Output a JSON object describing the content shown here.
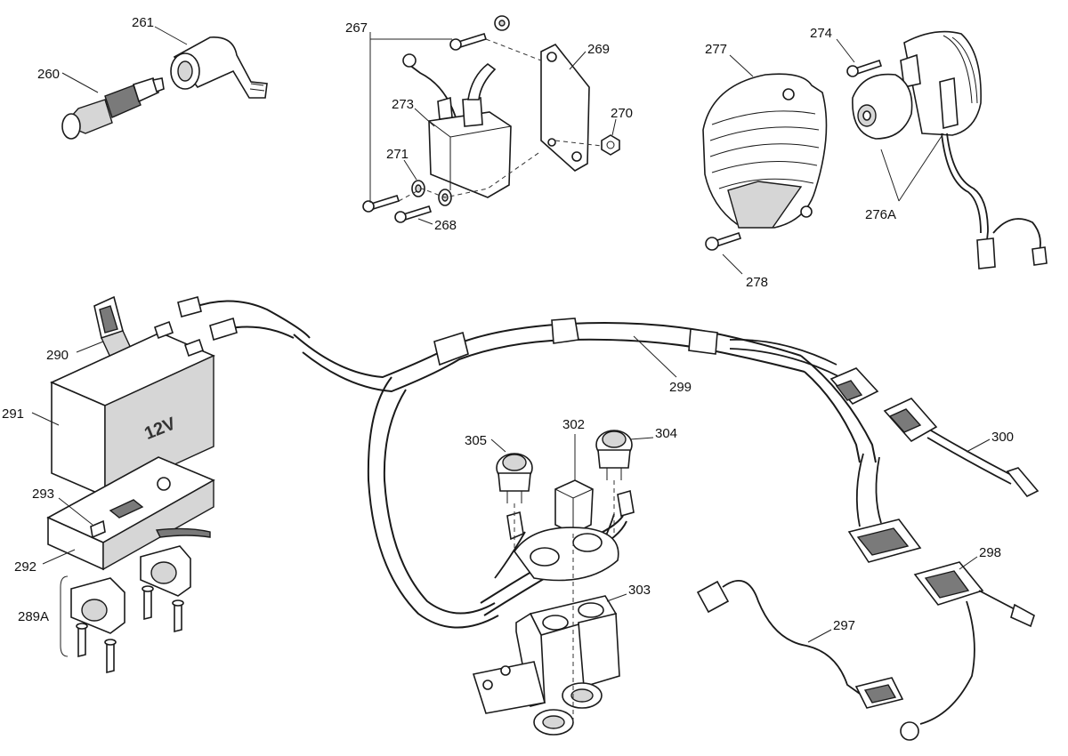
{
  "battery_marking": "12V",
  "labels": {
    "p260": "260",
    "p261": "261",
    "p267": "267",
    "p268": "268",
    "p269": "269",
    "p270": "270",
    "p271": "271",
    "p273": "273",
    "p274": "274",
    "p276a": "276A",
    "p277": "277",
    "p278": "278",
    "p289a": "289A",
    "p290": "290",
    "p291": "291",
    "p292": "292",
    "p293": "293",
    "p297": "297",
    "p298": "298",
    "p299": "299",
    "p300": "300",
    "p302": "302",
    "p303": "303",
    "p304": "304",
    "p305": "305"
  },
  "colors": {
    "line": "#1a1a1a",
    "fill_light": "#d6d6d6",
    "fill_dark": "#7a7a7a",
    "background": "#ffffff"
  }
}
